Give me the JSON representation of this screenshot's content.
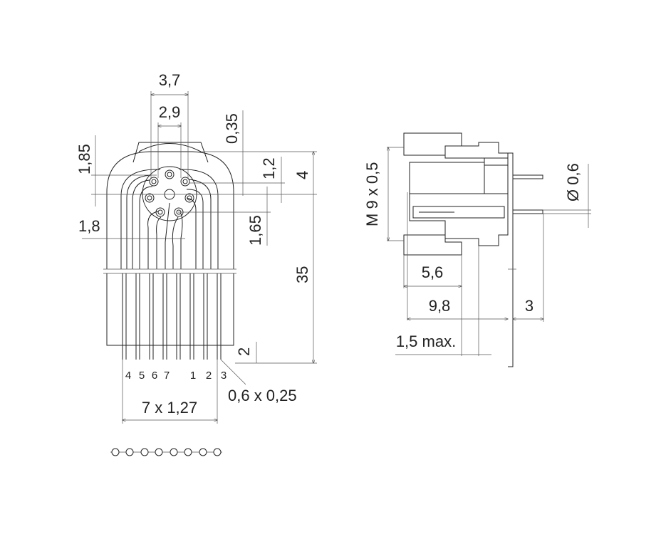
{
  "front_view": {
    "dims": {
      "d37": "3,7",
      "d29": "2,9",
      "d035": "0,35",
      "d185": "1,85",
      "d12": "1,2",
      "d4": "4",
      "d18": "1,8",
      "d165": "1,65",
      "d35": "35",
      "d2": "2",
      "pitch": "7 x 1,27",
      "pin_section": "0,6 x 0,25"
    },
    "pin_labels": [
      "4",
      "5",
      "6",
      "7",
      "1",
      "2",
      "3"
    ]
  },
  "side_view": {
    "dims": {
      "thread": "M 9 x 0,5",
      "pin_dia": "Ø 0,6",
      "d56": "5,6",
      "d98": "9,8",
      "d3": "3",
      "d15max": "1,5 max."
    }
  }
}
